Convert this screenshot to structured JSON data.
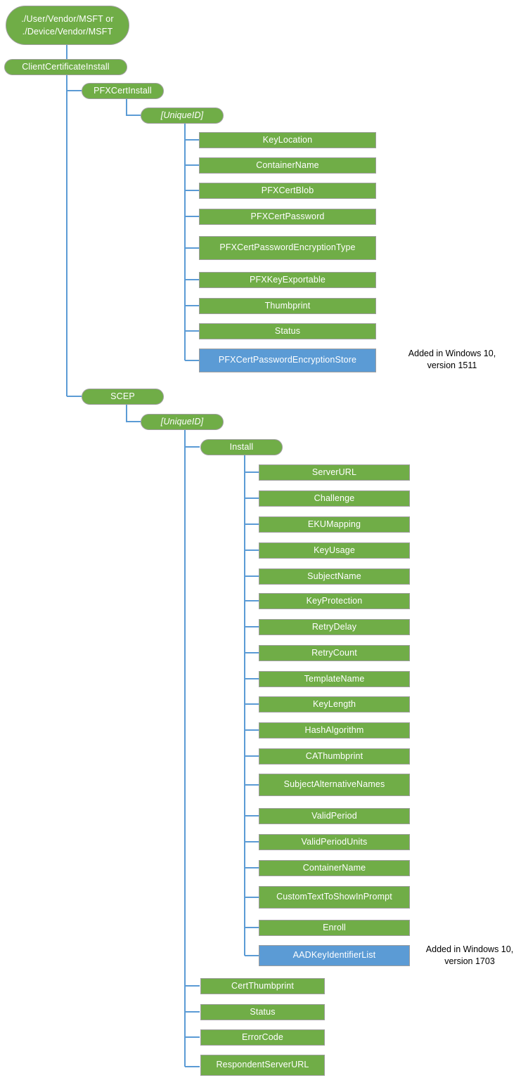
{
  "diagram": {
    "title": "ClientCertificateInstall CSP tree",
    "colors": {
      "node_green": "#70AD47",
      "node_blue": "#5B9BD5",
      "connector": "#5B9BD5",
      "node_border": "#9E9E9E",
      "node_text": "#FFFFFF",
      "annotation_text": "#000000",
      "background": "#FFFFFF"
    },
    "root": {
      "label": "./User/Vendor/MSFT or\n./Device/Vendor/MSFT"
    },
    "branch_nodes": {
      "client_certificate_install": "ClientCertificateInstall",
      "pfx_cert_install": "PFXCertInstall",
      "pfx_unique_id": "[UniqueID]",
      "scep": "SCEP",
      "scep_unique_id": "[UniqueID]",
      "install": "Install"
    },
    "pfx_cert_install_children": [
      {
        "label": "KeyLocation",
        "style": "green"
      },
      {
        "label": "ContainerName",
        "style": "green"
      },
      {
        "label": "PFXCertBlob",
        "style": "green"
      },
      {
        "label": "PFXCertPassword",
        "style": "green"
      },
      {
        "label": "PFXCertPasswordEncryptionType",
        "style": "green"
      },
      {
        "label": "PFXKeyExportable",
        "style": "green"
      },
      {
        "label": "Thumbprint",
        "style": "green"
      },
      {
        "label": "Status",
        "style": "green"
      },
      {
        "label": "PFXCertPasswordEncryptionStore",
        "style": "blue"
      }
    ],
    "scep_install_children": [
      {
        "label": "ServerURL",
        "style": "green"
      },
      {
        "label": "Challenge",
        "style": "green"
      },
      {
        "label": "EKUMapping",
        "style": "green"
      },
      {
        "label": "KeyUsage",
        "style": "green"
      },
      {
        "label": "SubjectName",
        "style": "green"
      },
      {
        "label": "KeyProtection",
        "style": "green"
      },
      {
        "label": "RetryDelay",
        "style": "green"
      },
      {
        "label": "RetryCount",
        "style": "green"
      },
      {
        "label": "TemplateName",
        "style": "green"
      },
      {
        "label": "KeyLength",
        "style": "green"
      },
      {
        "label": "HashAlgorithm",
        "style": "green"
      },
      {
        "label": "CAThumbprint",
        "style": "green"
      },
      {
        "label": "SubjectAlternativeNames",
        "style": "green"
      },
      {
        "label": "ValidPeriod",
        "style": "green"
      },
      {
        "label": "ValidPeriodUnits",
        "style": "green"
      },
      {
        "label": "ContainerName",
        "style": "green"
      },
      {
        "label": "CustomTextToShowInPrompt",
        "style": "green"
      },
      {
        "label": "Enroll",
        "style": "green"
      },
      {
        "label": "AADKeyIdentifierList",
        "style": "blue"
      }
    ],
    "scep_unique_id_children": [
      {
        "label": "CertThumbprint",
        "style": "green"
      },
      {
        "label": "Status",
        "style": "green"
      },
      {
        "label": "ErrorCode",
        "style": "green"
      },
      {
        "label": "RespondentServerURL",
        "style": "green"
      }
    ],
    "annotations": [
      {
        "text": "Added in Windows 10,\nversion 1511"
      },
      {
        "text": "Added in Windows 10,\nversion 1703"
      }
    ]
  }
}
